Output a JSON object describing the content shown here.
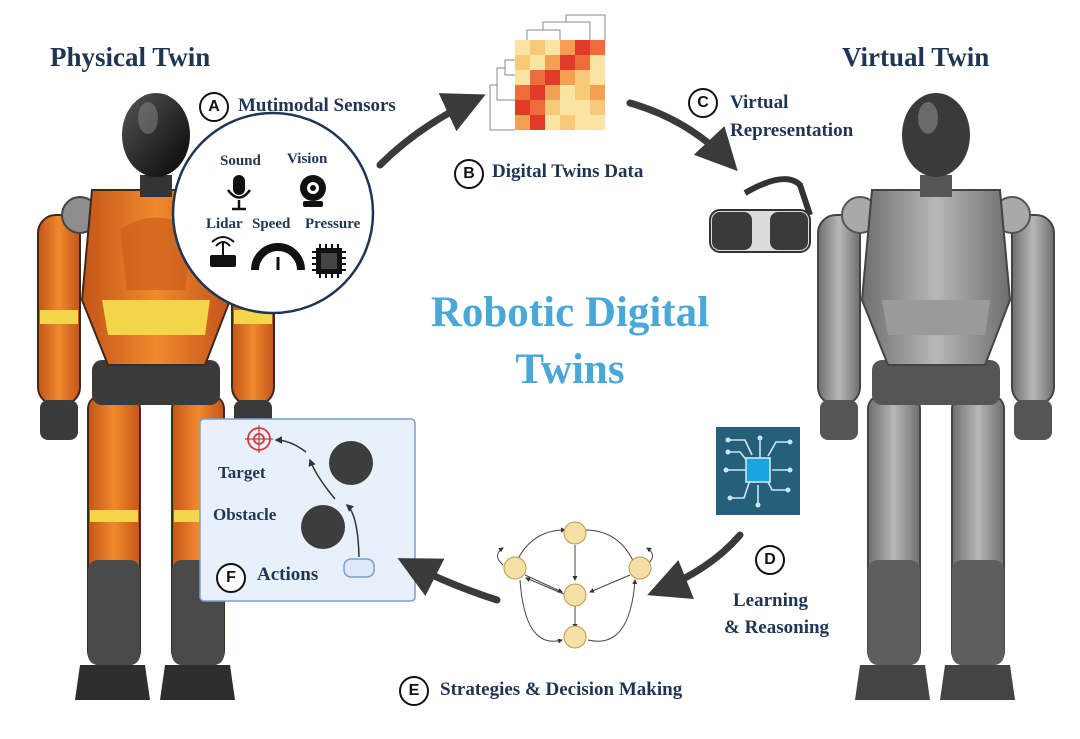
{
  "physical_twin": {
    "title": "Physical Twin"
  },
  "virtual_twin": {
    "title": "Virtual Twin"
  },
  "center_title": {
    "line1": "Robotic Digital",
    "line2": "Twins"
  },
  "steps": {
    "A": {
      "badge": "A",
      "label": "Mutimodal Sensors"
    },
    "B": {
      "badge": "B",
      "label": "Digital Twins Data"
    },
    "C": {
      "badge": "C",
      "label_line1": "Virtual",
      "label_line2": "Representation"
    },
    "D": {
      "badge": "D",
      "label_line1": "Learning",
      "label_line2": "& Reasoning"
    },
    "E": {
      "badge": "E",
      "label": "Strategies & Decision Making"
    },
    "F": {
      "badge": "F",
      "label": "Actions"
    }
  },
  "sensors": {
    "sound": {
      "label": "Sound",
      "icon": "microphone-icon"
    },
    "vision": {
      "label": "Vision",
      "icon": "webcam-icon"
    },
    "lidar": {
      "label": "Lidar",
      "icon": "router-icon"
    },
    "speed": {
      "label": "Speed",
      "icon": "gauge-icon"
    },
    "pressure": {
      "label": "Pressure",
      "icon": "chip-icon"
    }
  },
  "actions_panel": {
    "target_label": "Target",
    "obstacle_label": "Obstacle"
  },
  "colors": {
    "title_navy": "#1f3553",
    "center_blue": "#4aa8d8",
    "robot_orange": "#e8731f",
    "robot_gray": "#8c8c8c",
    "panel_blue": "#e8f0fb",
    "chip_teal": "#25607a",
    "state_fill": "#f5dfa4"
  }
}
